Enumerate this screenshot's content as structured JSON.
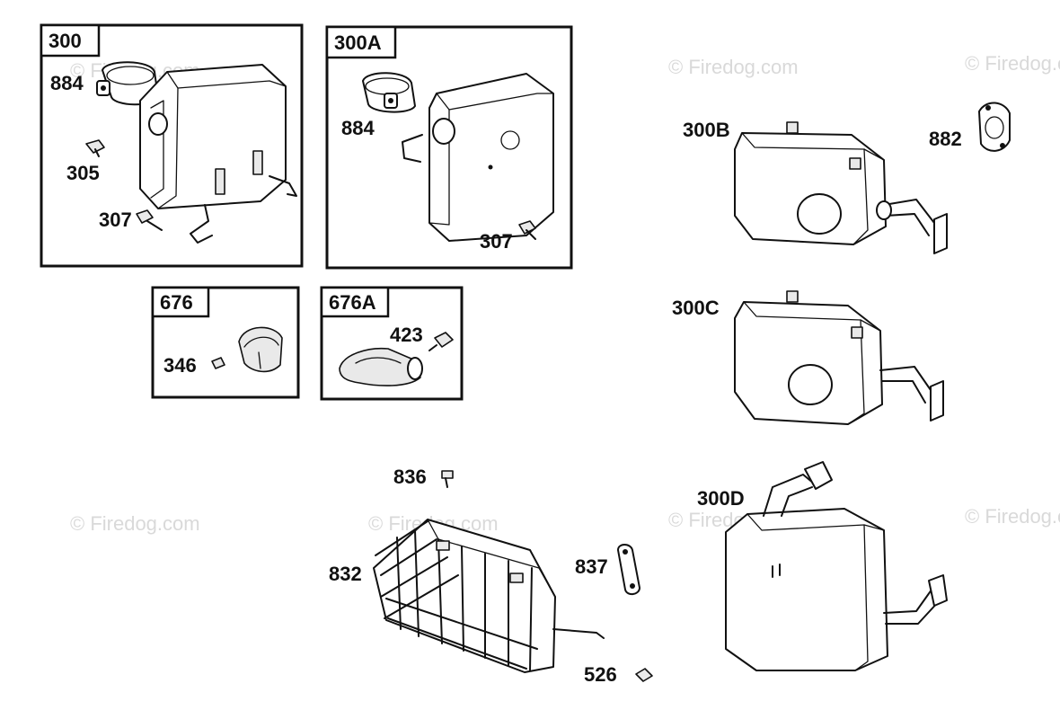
{
  "watermark": "© Firedog.com",
  "boxes": {
    "b300": "300",
    "b300A": "300A",
    "b676": "676",
    "b676A": "676A"
  },
  "parts": {
    "p884a": "884",
    "p305": "305",
    "p307a": "307",
    "p884b": "884",
    "p307b": "307",
    "p346": "346",
    "p423": "423",
    "p300B": "300B",
    "p882": "882",
    "p300C": "300C",
    "p836": "836",
    "p832": "832",
    "p837": "837",
    "p526": "526",
    "p300D": "300D"
  }
}
